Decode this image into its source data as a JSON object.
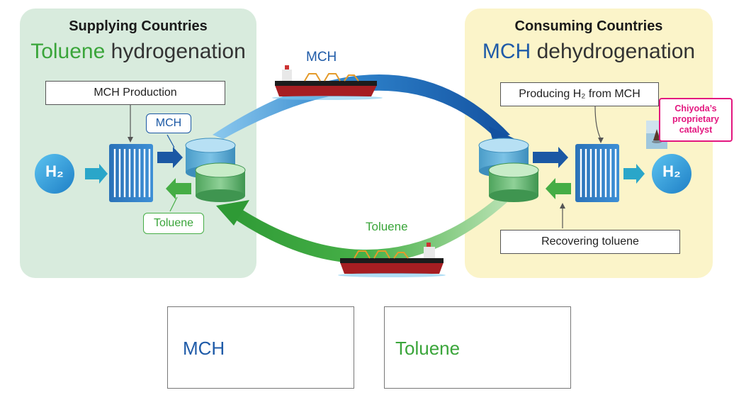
{
  "supplying": {
    "title": "Supplying Countries",
    "heading_accent": "Toluene",
    "heading_rest": " hydrogenation",
    "process_label": "MCH Production",
    "out_tag": "MCH",
    "in_tag": "Toluene",
    "h2_label": "H₂"
  },
  "consuming": {
    "title": "Consuming Countries",
    "heading_accent": "MCH",
    "heading_rest": " dehydrogenation",
    "process_label": "Producing H₂ from MCH",
    "recover_label": "Recovering toluene",
    "catalyst_label": "Chiyoda’s proprietary catalyst",
    "h2_label": "H₂"
  },
  "transport": {
    "top_label": "MCH",
    "bottom_label": "Toluene"
  },
  "molecules": {
    "mch_label": "MCH",
    "toluene_label": "Toluene"
  },
  "colors": {
    "mch_blue": "#1f5ba8",
    "toluene_green": "#3aa53a",
    "left_panel": "#d8ebdd",
    "right_panel": "#fbf4c9",
    "catalyst_pink": "#e3177f"
  }
}
